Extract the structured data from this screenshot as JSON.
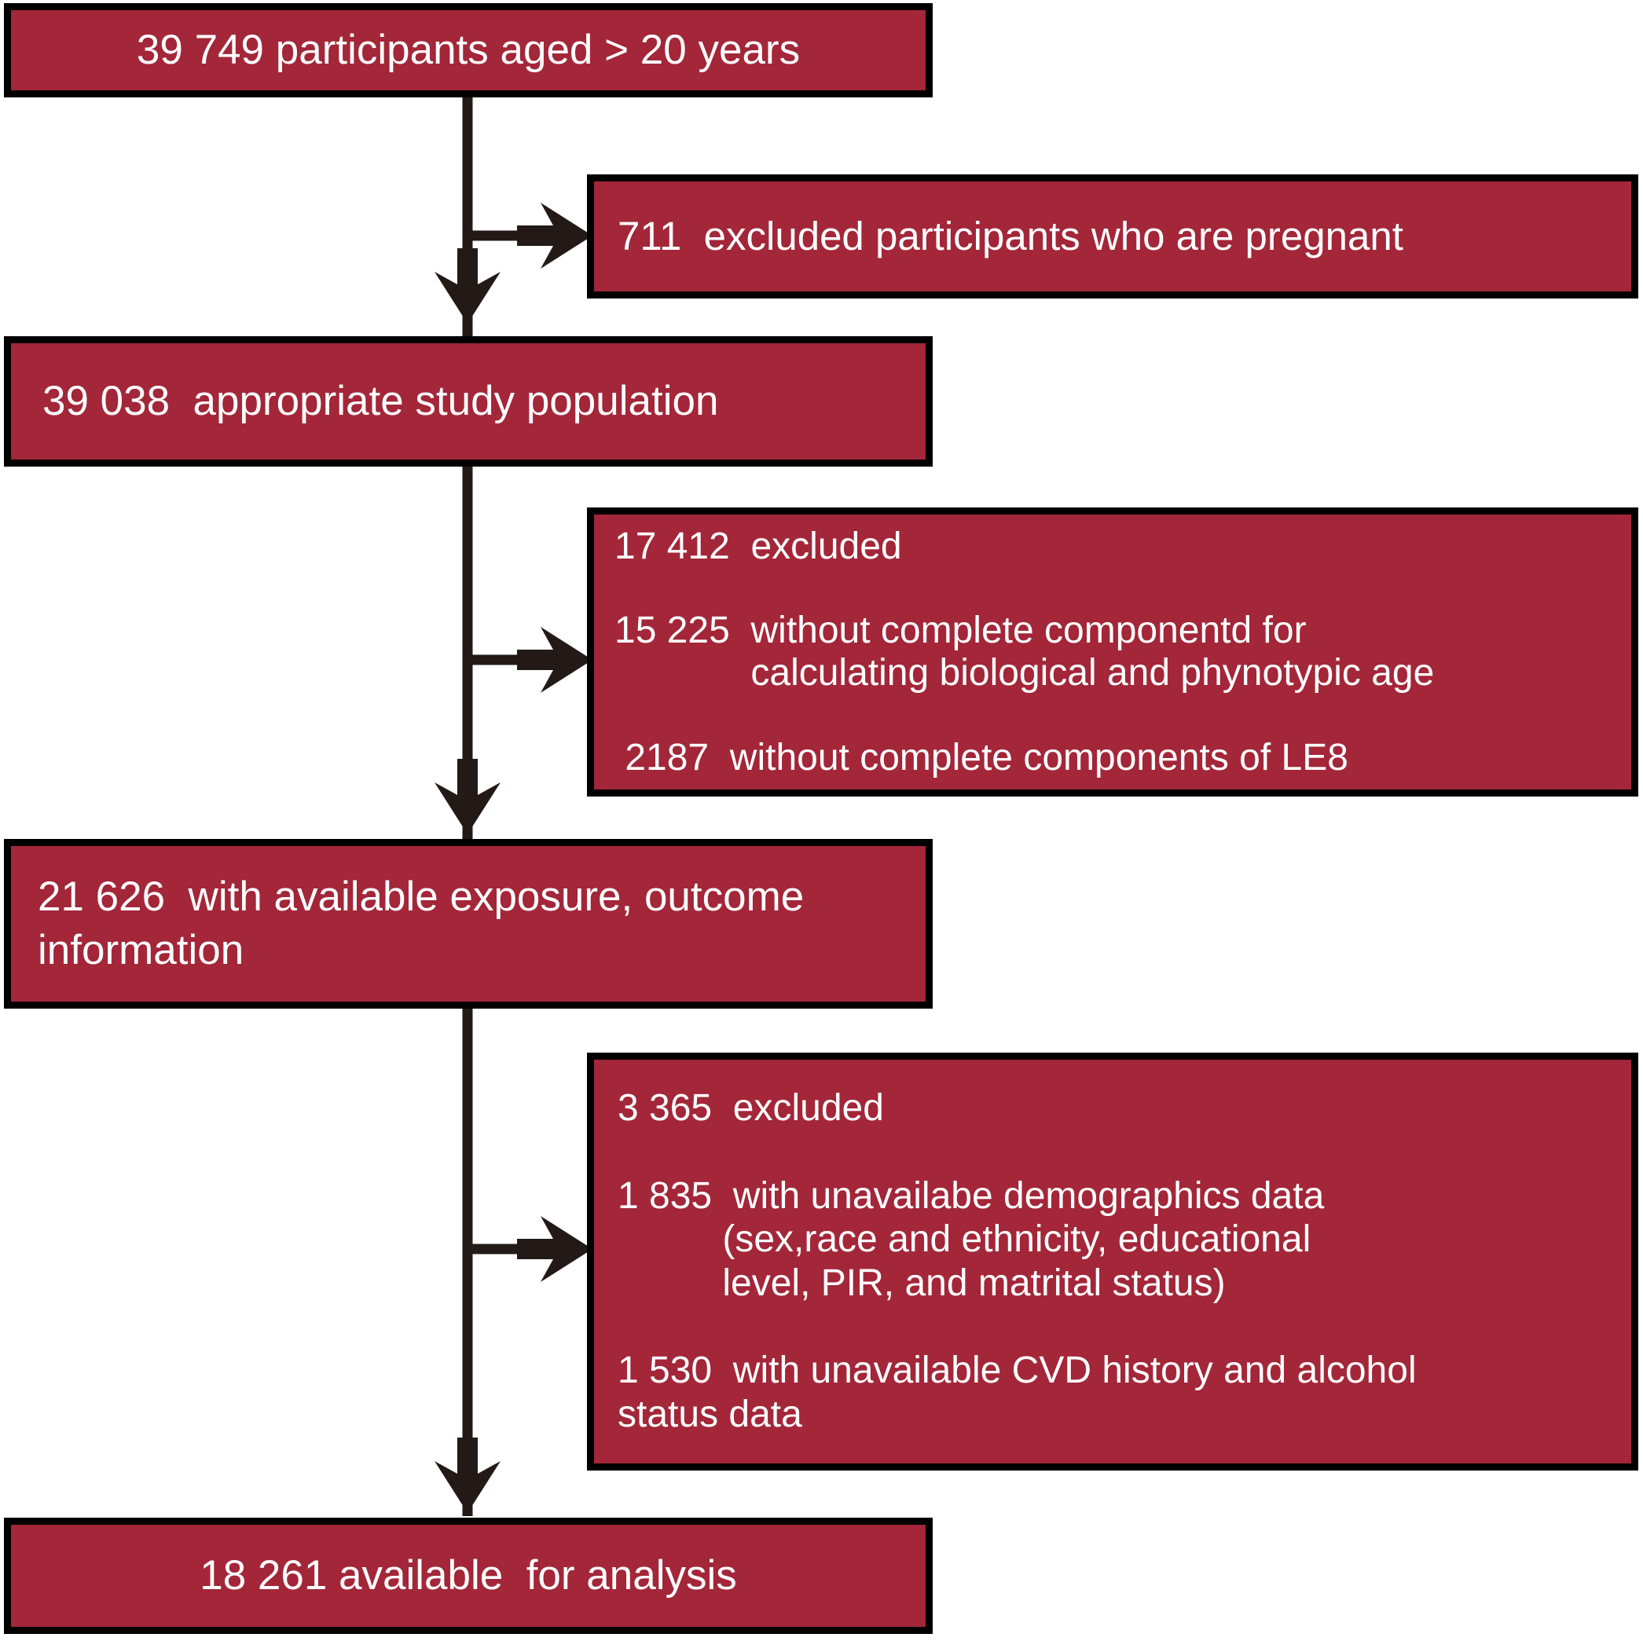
{
  "diagram": {
    "type": "flowchart",
    "title": "Participant selection flow diagram",
    "accent_color": "#A32639",
    "border_color": "#000000",
    "text_color": "#FFFFFF",
    "background_color": "#FFFFFF",
    "nodes": {
      "n1_total": "39 749 participants aged > 20 years",
      "n2_excluded_pregnant": "711  excluded participants who are pregnant",
      "n3_study_population": "39 038  appropriate study population",
      "n4_excluded_components": "17 412  excluded\n\n15 225  without complete componentd for\n             calculating biological and phynotypic age\n\n 2187  without complete components of LE8",
      "n5_available_exposure": "21 626  with available exposure, outcome\ninformation",
      "n6_excluded_demographics": "3 365  excluded\n\n1 835  with unavailabe demographics data\n          (sex,race and ethnicity, educational\n          level, PIR, and matrital status)\n\n1 530  with unavailable CVD history and alcohol\nstatus data",
      "n7_available_analysis": "18 261 available  for analysis"
    },
    "edge_labels": {
      "arrow_down_1": "",
      "arrow_right_1": "",
      "arrow_down_2": "",
      "arrow_right_2": "",
      "arrow_down_3": "",
      "arrow_right_3": "",
      "arrow_down_4": ""
    }
  }
}
